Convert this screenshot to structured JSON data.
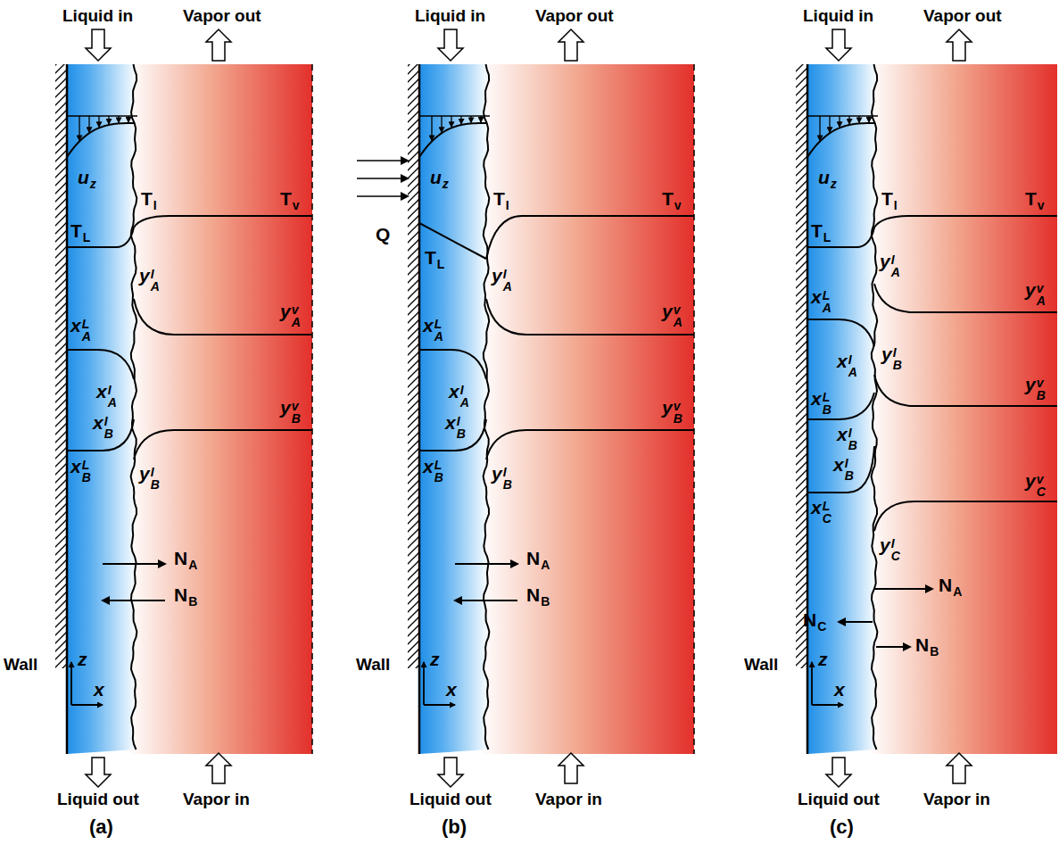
{
  "diagram": {
    "labels": [
      "Liquid in",
      "Vapor out",
      "u",
      "z",
      "T",
      "L",
      "T",
      "I",
      "T",
      "v",
      "y",
      "A",
      "I",
      "y",
      "A",
      "v",
      "x",
      "A",
      "L",
      "x",
      "A",
      "I",
      "x",
      "B",
      "I",
      "y",
      "B",
      "v",
      "x",
      "B",
      "L",
      "y",
      "B",
      "I",
      "N",
      "A",
      "N",
      "B",
      "Wall",
      "z",
      "x",
      "Liquid out",
      "Vapor in",
      "(a)",
      "Liquid in",
      "Vapor out",
      "u",
      "z",
      "Q",
      "T",
      "L",
      "T",
      "I",
      "T",
      "v",
      "y",
      "A",
      "I",
      "y",
      "A",
      "v",
      "x",
      "A",
      "L",
      "x",
      "A",
      "I",
      "x",
      "B",
      "I",
      "y",
      "B",
      "v",
      "x",
      "B",
      "L",
      "y",
      "B",
      "I",
      "N",
      "A",
      "N",
      "B",
      "Wall",
      "z",
      "x",
      "Liquid out",
      "Vapor in",
      "(b)",
      "Liquid in",
      "Vapor out",
      "u",
      "z",
      "T",
      "L",
      "T",
      "I",
      "T",
      "v",
      "y",
      "A",
      "I",
      "y",
      "A",
      "v",
      "x",
      "A",
      "L",
      "x",
      "A",
      "I",
      "y",
      "B",
      "I",
      "y",
      "B",
      "v",
      "x",
      "B",
      "L",
      "x",
      "B",
      "I",
      "x",
      "B",
      "I",
      "y",
      "C",
      "v",
      "x",
      "C",
      "L",
      "y",
      "C",
      "I",
      "N",
      "A",
      "N",
      "C",
      "N",
      "B",
      "Wall",
      "z",
      "x",
      "Liquid out",
      "Vapor in",
      "(c)"
    ]
  }
}
